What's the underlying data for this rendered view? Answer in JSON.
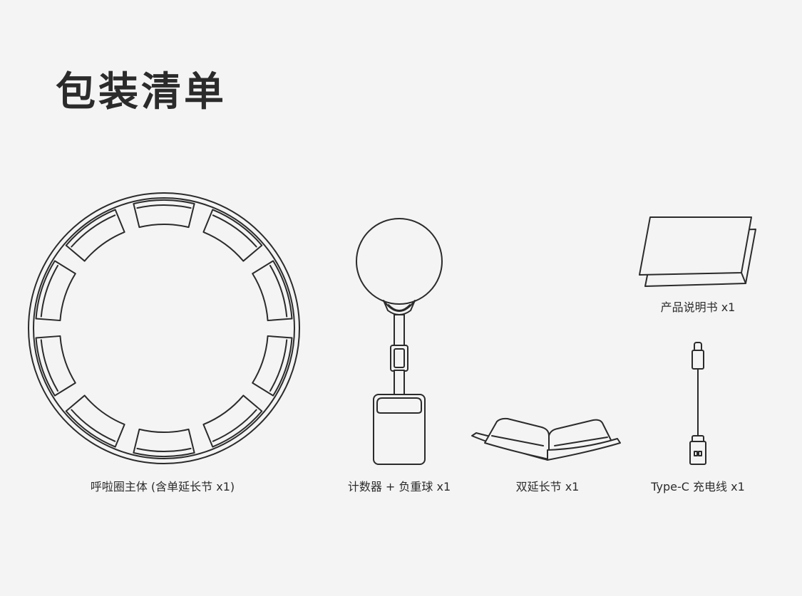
{
  "title": "包装清单",
  "items": [
    {
      "label": "呼啦圈主体 (含单延长节 x1)"
    },
    {
      "label": "计数器 + 负重球 x1"
    },
    {
      "label": "双延长节 x1"
    },
    {
      "label": "产品说明书 x1"
    },
    {
      "label": "Type-C 充电线 x1"
    }
  ],
  "colors": {
    "background": "#f4f4f4",
    "line": "#2b2b2b"
  }
}
